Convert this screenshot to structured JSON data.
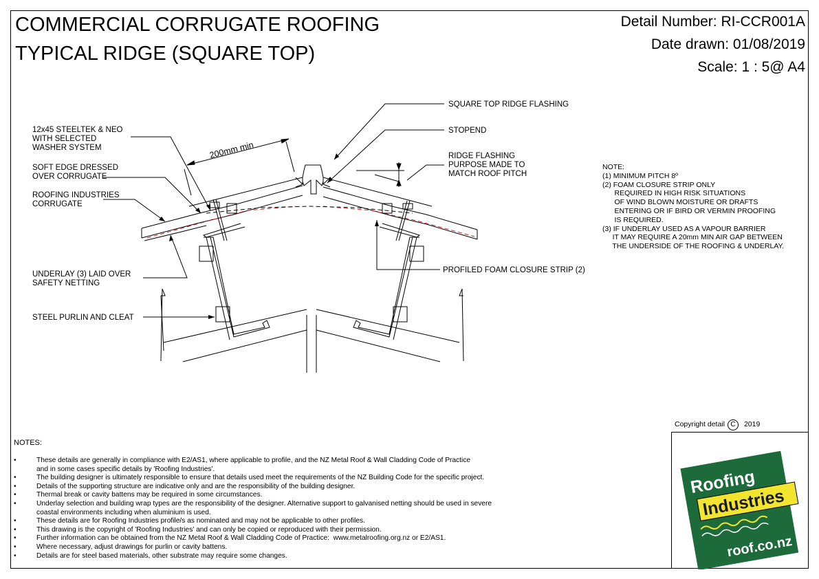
{
  "title": {
    "line1": "COMMERCIAL CORRUGATE ROOFING",
    "line2": "TYPICAL RIDGE (SQUARE TOP)"
  },
  "header": {
    "detail_number": "Detail Number:  RI-CCR001A",
    "date_drawn": "Date drawn:  01/08/2019",
    "scale": "Scale:   1 : 5@ A4"
  },
  "labels": {
    "square_top": "SQUARE TOP RIDGE FLASHING",
    "stopend": "STOPEND",
    "steeltek_1": "12x45 STEELTEK & NEO",
    "steeltek_2": "WITH SELECTED",
    "steeltek_3": "WASHER SYSTEM",
    "dim": "200mm min",
    "soft_edge_1": "SOFT EDGE DRESSED",
    "soft_edge_2": "OVER CORRUGATE",
    "ri_corr_1": "ROOFING INDUSTRIES",
    "ri_corr_2": "CORRUGATE",
    "ridge_flash_1": "RIDGE FLASHING",
    "ridge_flash_2": "PURPOSE MADE TO",
    "ridge_flash_3": "MATCH ROOF PITCH",
    "underlay_1": "UNDERLAY (3) LAID OVER",
    "underlay_2": "SAFETY NETTING",
    "foam": "PROFILED FOAM CLOSURE STRIP (2)",
    "purlin": "STEEL PURLIN AND CLEAT"
  },
  "side_note": "NOTE:\n(1) MINIMUM PITCH 8º\n(2) FOAM CLOSURE STRIP ONLY\n      REQUIRED IN HIGH RISK SITUATIONS\n      OF WIND BLOWN MOISTURE OR DRAFTS\n      ENTERING OR IF BIRD OR VERMIN PROOFING\n      IS REQUIRED.\n(3) IF UNDERLAY USED AS A VAPOUR BARRIER\n     IT MAY REQUIRE A 20mm MIN AIR GAP BETWEEN\n     THE UNDERSIDE OF THE ROOFING & UNDERLAY.",
  "notes": {
    "title": "NOTES:",
    "bullet": "•",
    "items": [
      "These details are generally in compliance with E2/AS1, where applicable to profile, and the NZ Metal Roof & Wall Cladding Code of Practice\nand in some cases specific details by 'Roofing Industries'.",
      "The building designer is ultimately responsible to ensure that details used meet the requirements of the NZ Building Code for the specific project.",
      "Details of the supporting structure are indicative only and are the responsibility of the building designer.",
      "Thermal break or cavity battens may be required in some circumstances.",
      "Underlay selection and building wrap types are the responsibility of the designer. Alternative support to galvanised netting should be used in severe\ncoastal environments including when aluminium is used.",
      "These details are for Roofing Industries profile/s as nominated and may not be applicable to other profiles.",
      "This drawing is the copyright of 'Roofing Industries' and can only be copied or reproduced with their permission.",
      "Further information can be obtained from the NZ Metal Roof & Wall Cladding Code of Practice:  www.metalroofing.org.nz or E2/AS1.",
      "Where necessary, adjust drawings for purlin or cavity battens.",
      "Details are for steel based materials, other substrate may require some changes."
    ]
  },
  "copyright": {
    "label": "Copyright detail",
    "symbol": "C",
    "year": "2019"
  },
  "logo": {
    "word1": "Roofing",
    "word2": "Industries",
    "url": "roof.co.nz",
    "green": "#1d6b3a",
    "yellow": "#f2e530"
  }
}
